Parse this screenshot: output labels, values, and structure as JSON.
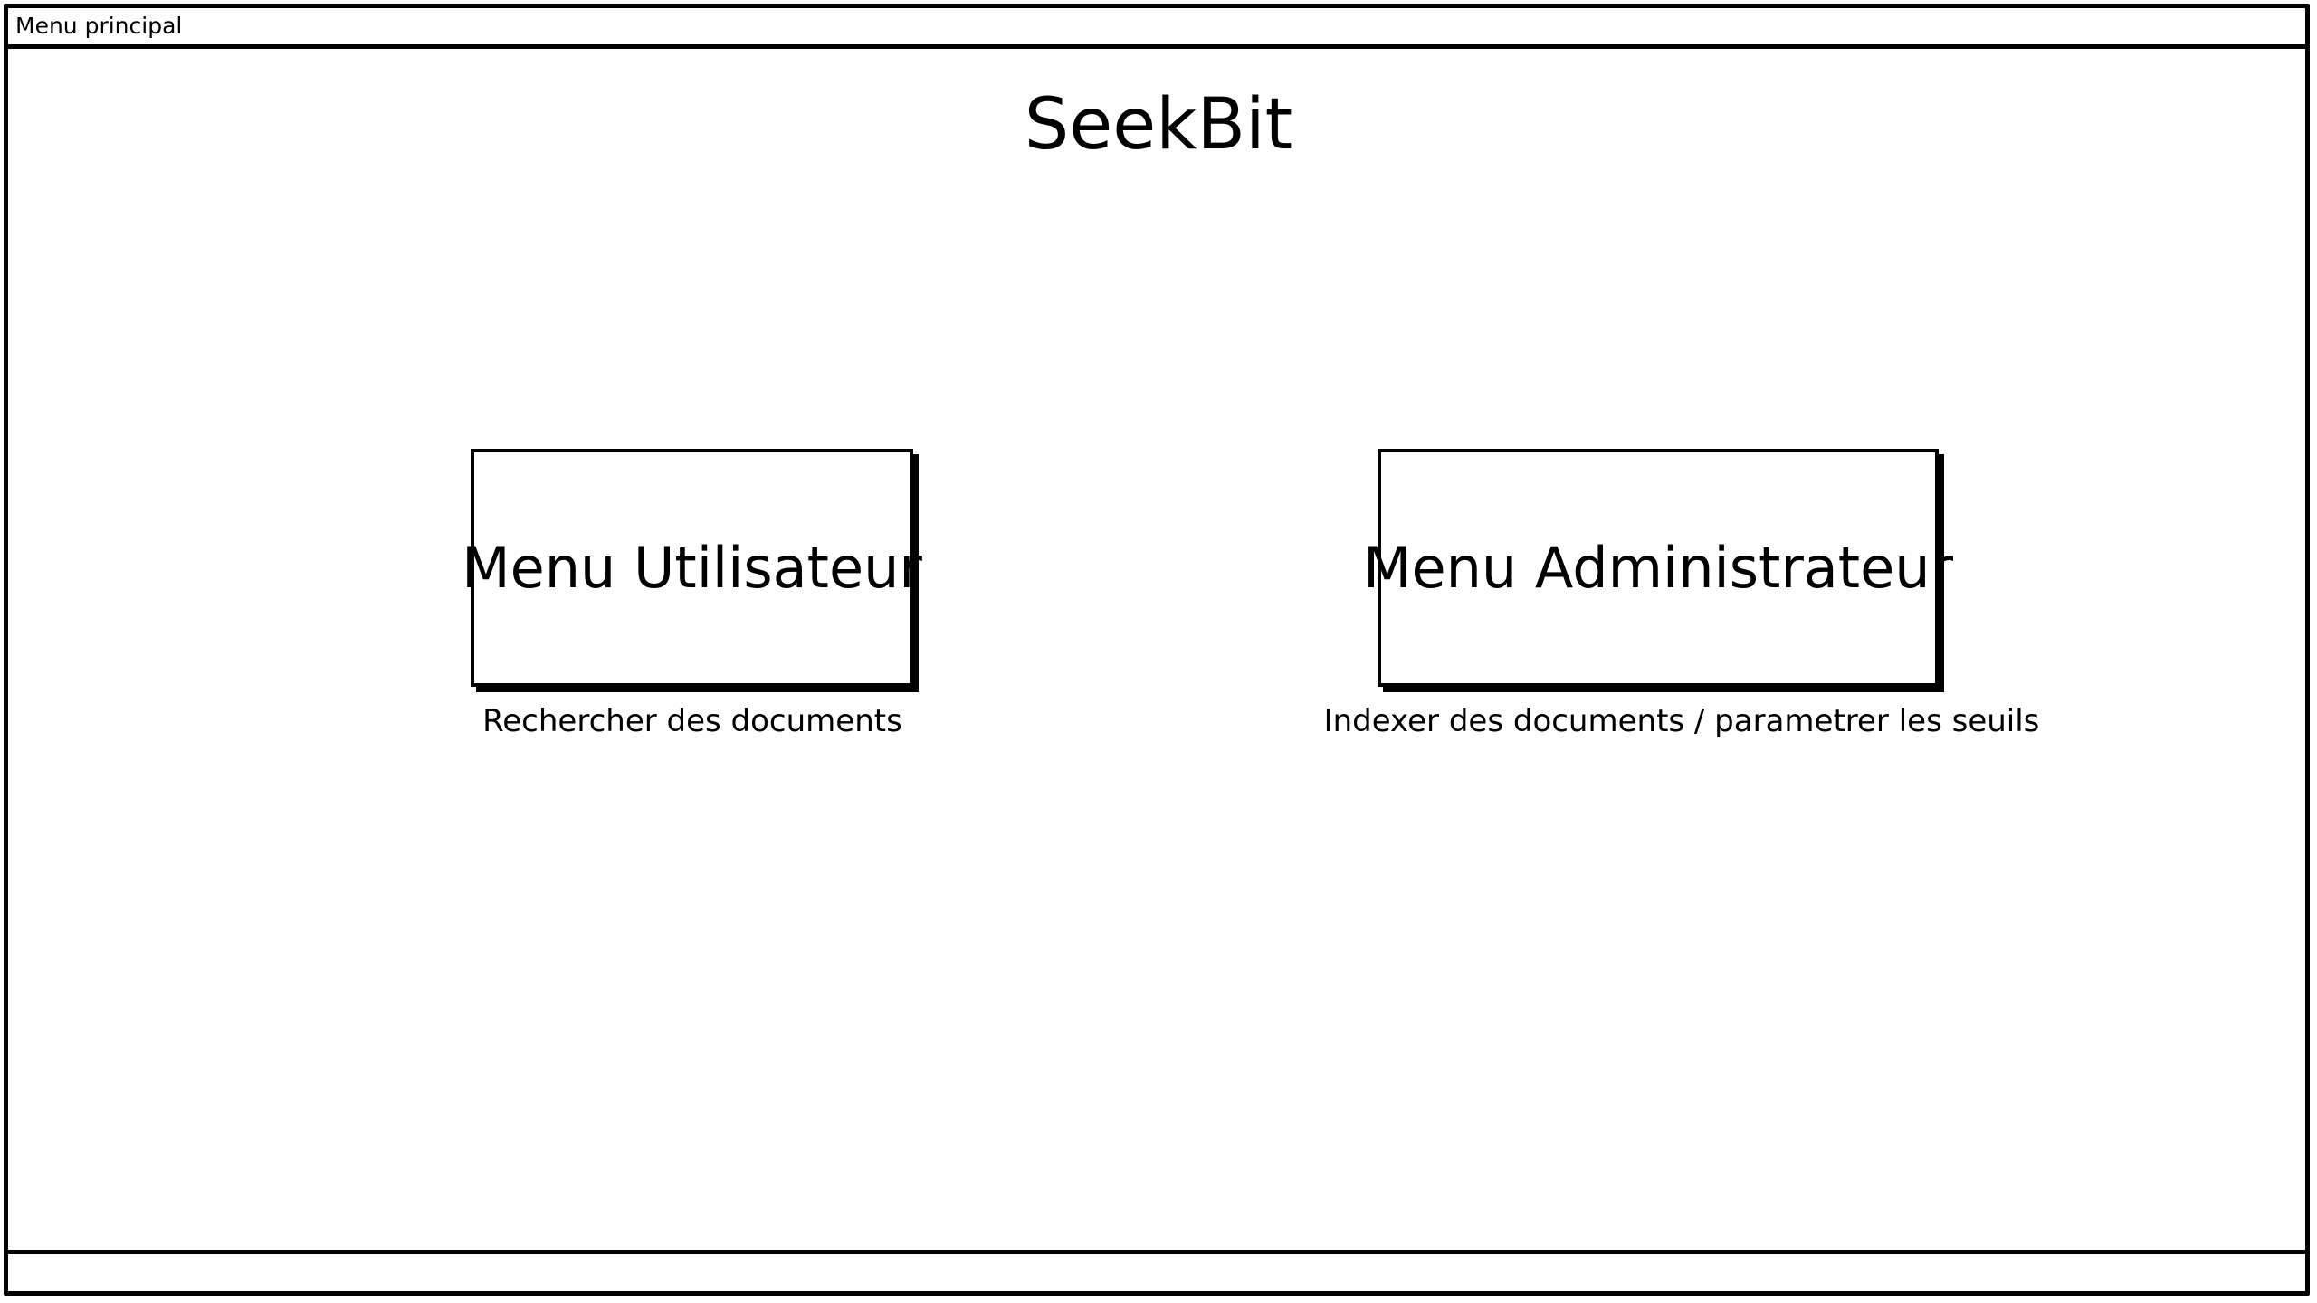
{
  "window": {
    "title": "Menu principal"
  },
  "main": {
    "app_title": "SeekBit",
    "user_menu": {
      "label": "Menu Utilisateur",
      "caption": "Rechercher des documents"
    },
    "admin_menu": {
      "label": "Menu Administrateur",
      "caption": "Indexer des documents / parametrer les seuils"
    }
  }
}
